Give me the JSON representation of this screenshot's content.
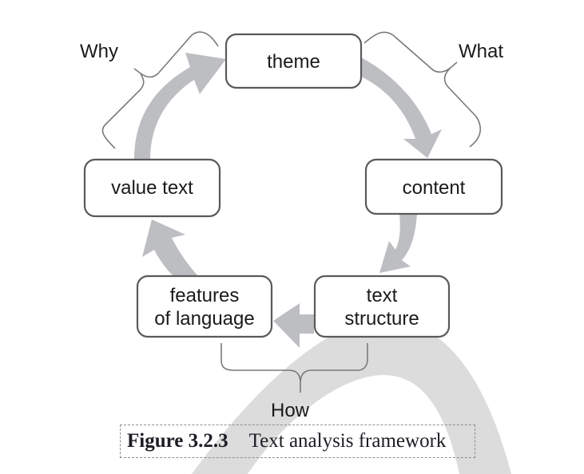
{
  "diagram": {
    "nodes": [
      {
        "id": "theme",
        "lines": [
          "theme"
        ]
      },
      {
        "id": "content",
        "lines": [
          "content"
        ]
      },
      {
        "id": "text-structure",
        "lines": [
          "text",
          "structure"
        ]
      },
      {
        "id": "features-of-language",
        "lines": [
          "features",
          "of language"
        ]
      },
      {
        "id": "value-text",
        "lines": [
          "value text"
        ]
      }
    ],
    "cycle_order": [
      "theme",
      "content",
      "text-structure",
      "features-of-language",
      "value-text",
      "theme"
    ],
    "brackets": [
      {
        "label": "Why",
        "groups": [
          "value-text",
          "theme"
        ]
      },
      {
        "label": "What",
        "groups": [
          "theme",
          "content"
        ]
      },
      {
        "label": "How",
        "groups": [
          "features-of-language",
          "text-structure"
        ]
      }
    ],
    "colors": {
      "arrow": "#bdbec2",
      "box_border": "#5a5a5a",
      "bracket": "#7a7a7a",
      "watermark": "#dcdcdc"
    }
  },
  "caption": {
    "number": "Figure 3.2.3",
    "title": "Text analysis framework"
  }
}
